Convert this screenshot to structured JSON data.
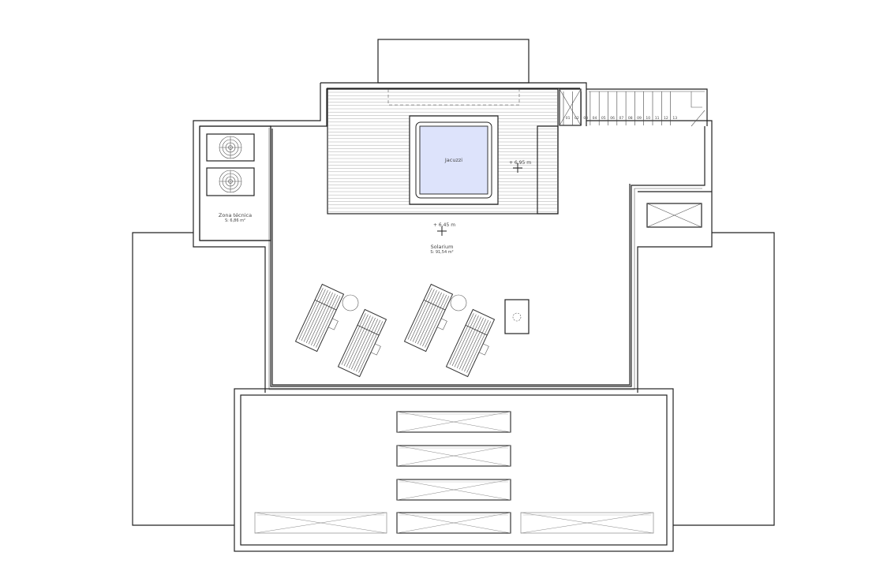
{
  "rooms": {
    "jacuzzi": {
      "name": "Jacuzzi"
    },
    "technical_zone": {
      "name": "Zona técnica",
      "area": "S: 6,86 m²"
    },
    "solarium": {
      "name": "Solarium",
      "area": "S: 91,54 m²"
    }
  },
  "levels": {
    "deck": "+ 6,95 m",
    "solarium": "+ 6,45 m"
  },
  "stairs": {
    "steps": [
      "01",
      "02",
      "03",
      "04",
      "05",
      "06",
      "07",
      "08",
      "09",
      "10",
      "11",
      "12",
      "13"
    ]
  },
  "colors": {
    "line": "#222222",
    "jacuzzi_water": "#dde3fb",
    "background": "#ffffff"
  }
}
